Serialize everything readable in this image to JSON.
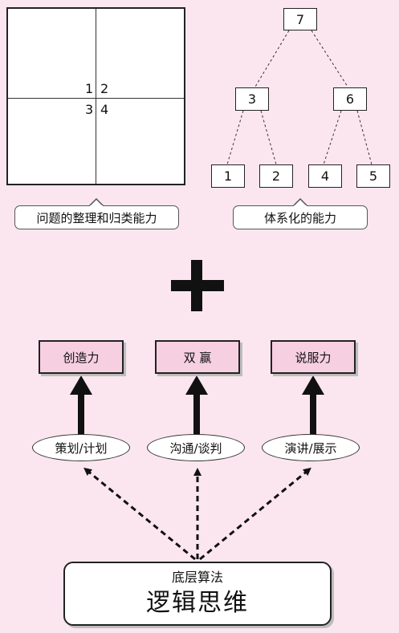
{
  "quadrant": {
    "numbers": [
      "1",
      "2",
      "3",
      "4"
    ],
    "caption": "问题的整理和归类能力"
  },
  "tree": {
    "root": "7",
    "mid": [
      "3",
      "6"
    ],
    "leaves": [
      "1",
      "2",
      "4",
      "5"
    ],
    "caption": "体系化的能力"
  },
  "plus_symbol": "+",
  "outcomes": [
    "创造力",
    "双 赢",
    "说服力"
  ],
  "skills": [
    "策划/计划",
    "沟通/谈判",
    "演讲/展示"
  ],
  "base": {
    "subtitle": "底层算法",
    "title": "逻辑思维"
  },
  "colors": {
    "background": "#fbe6ef",
    "outcome_fill": "#f6cfe0",
    "line": "#111111"
  }
}
